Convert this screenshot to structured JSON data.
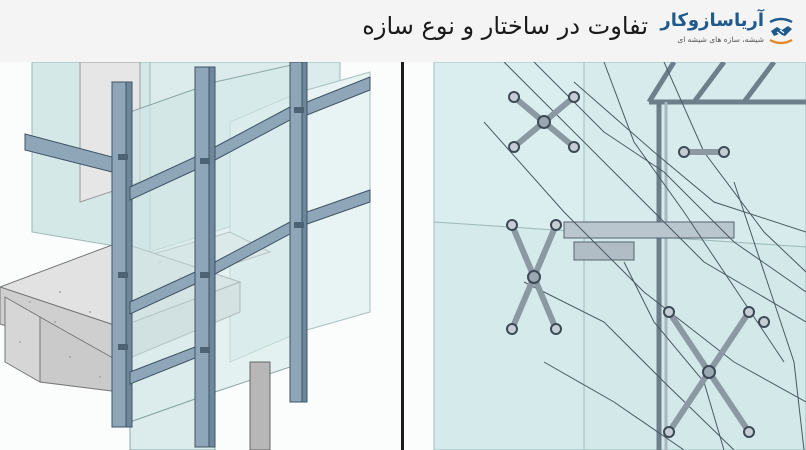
{
  "header": {
    "title": "تفاوت در ساختار و نوع سازه",
    "brand_name": "آریاسازوکار",
    "brand_tagline": "شیشه، سازه های شیشه ای"
  },
  "illustrations": {
    "left": "stick-curtain-wall-frame-illustration",
    "right": "spider-glass-facade-illustration"
  },
  "colors": {
    "header_bg": "#f4f4f4",
    "brand": "#1e5a8c",
    "mullion": "#8fa5b8",
    "glass": "#cfe5e6",
    "divider": "#1b1b1b"
  }
}
